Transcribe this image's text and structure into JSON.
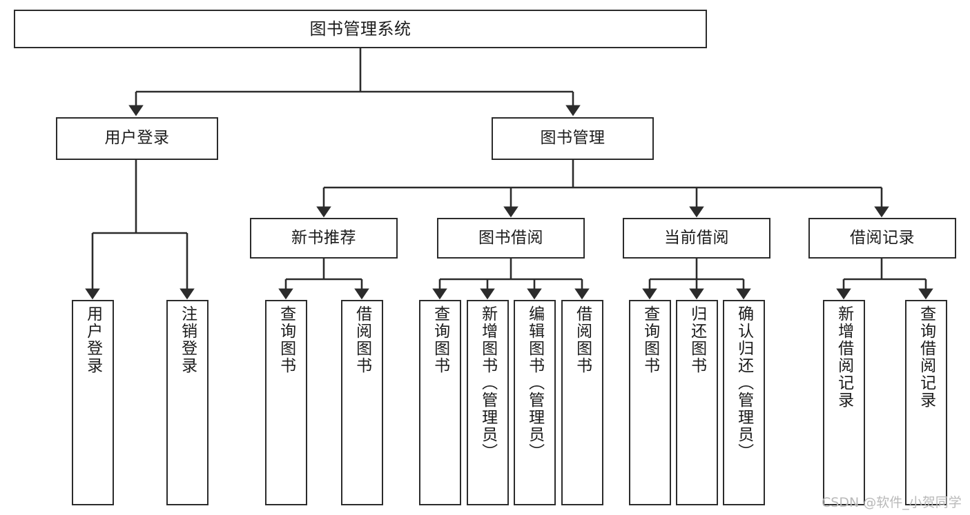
{
  "diagram": {
    "title": "图书管理系统",
    "watermark": "CSDN @软件_小贺同学",
    "colors": {
      "box_border": "#2b2b2b",
      "connector": "#2b2b2b",
      "background": "#ffffff",
      "text": "#1b1b1b",
      "watermark": "#b9b9b9"
    },
    "levels": {
      "root": "图书管理系统",
      "level2": [
        "用户登录",
        "图书管理"
      ],
      "level3": [
        "新书推荐",
        "图书借阅",
        "当前借阅",
        "借阅记录"
      ]
    },
    "nodes": {
      "root": {
        "label": "图书管理系统"
      },
      "user_login": {
        "label": "用户登录"
      },
      "book_manage": {
        "label": "图书管理"
      },
      "new_book_rec": {
        "label": "新书推荐"
      },
      "book_borrow": {
        "label": "图书借阅"
      },
      "current_borrow": {
        "label": "当前借阅"
      },
      "borrow_record": {
        "label": "借阅记录"
      },
      "leaf_user_login": {
        "label": "用户登录"
      },
      "leaf_logout": {
        "label": "注销登录"
      },
      "leaf_query_book_1": {
        "label": "查询图书"
      },
      "leaf_borrow_book_1": {
        "label": "借阅图书"
      },
      "leaf_query_book_2": {
        "label": "查询图书"
      },
      "leaf_add_book": {
        "label": "新增图书（管理员）"
      },
      "leaf_edit_book": {
        "label": "编辑图书（管理员）"
      },
      "leaf_borrow_book_2": {
        "label": "借阅图书"
      },
      "leaf_query_book_3": {
        "label": "查询图书"
      },
      "leaf_return_book": {
        "label": "归还图书"
      },
      "leaf_confirm_return": {
        "label": "确认归还（管理员）"
      },
      "leaf_add_record": {
        "label": "新增借阅记录"
      },
      "leaf_query_record": {
        "label": "查询借阅记录"
      }
    },
    "tree": {
      "图书管理系统": {
        "用户登录": [
          "用户登录",
          "注销登录"
        ],
        "图书管理": {
          "新书推荐": [
            "查询图书",
            "借阅图书"
          ],
          "图书借阅": [
            "查询图书",
            "新增图书（管理员）",
            "编辑图书（管理员）",
            "借阅图书"
          ],
          "当前借阅": [
            "查询图书",
            "归还图书",
            "确认归还（管理员）"
          ],
          "借阅记录": [
            "新增借阅记录",
            "查询借阅记录"
          ]
        }
      }
    }
  }
}
